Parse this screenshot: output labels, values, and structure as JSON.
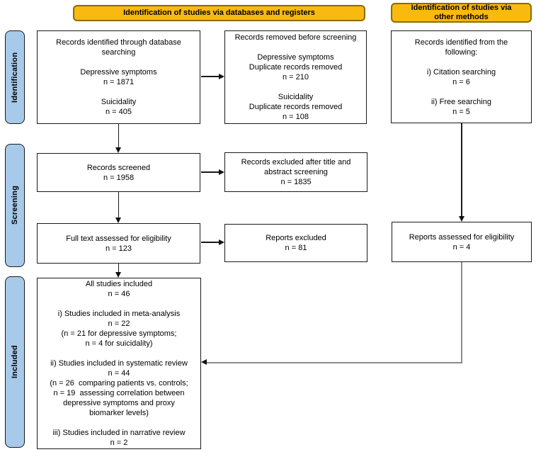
{
  "palette": {
    "banner_fill": "#F9B90E",
    "banner_border": "#8A6D00",
    "stage_fill": "#A7C9EA",
    "box_border": "#1A1A1A",
    "connector_gray": "#8C8C8C"
  },
  "banners": {
    "databases": "Identification of studies via databases and registers",
    "other_methods": "Identification of studies via other methods"
  },
  "stages": {
    "identification": "Identification",
    "screening": "Screening",
    "included": "Included"
  },
  "boxes": {
    "records_identified_db": {
      "lines": [
        "Records identified through database",
        "searching",
        "",
        "Depressive symptoms",
        "n = 1871",
        "",
        "Suicidality",
        "n = 405"
      ]
    },
    "records_removed": {
      "lines": [
        "Records removed before screening",
        "",
        "Depressive symptoms",
        "Duplicate records removed",
        "n = 210",
        "",
        "Suicidality",
        "Duplicate records removed",
        "n = 108"
      ]
    },
    "records_other_methods": {
      "lines": [
        "Records identified from the",
        "following:",
        "",
        "i) Citation searching",
        "n = 6",
        "",
        "ii) Free searching",
        "n = 5"
      ]
    },
    "records_screened": {
      "lines": [
        "Records screened",
        "n = 1958"
      ]
    },
    "records_excluded": {
      "lines": [
        "Records excluded after title and",
        "abstract screening",
        "n = 1835"
      ]
    },
    "full_text_assessed": {
      "lines": [
        "Full text assessed for eligibility",
        "n = 123"
      ]
    },
    "reports_excluded": {
      "lines": [
        "Reports excluded",
        "n = 81"
      ]
    },
    "reports_assessed": {
      "lines": [
        "Reports assessed for eligibility",
        "n = 4"
      ]
    },
    "all_studies_included": {
      "lines": [
        "All studies included",
        "n = 46",
        "",
        "i) Studies included in meta-analysis",
        "n = 22",
        "(n = 21 for depressive symptoms;",
        "n = 4 for suicidality)",
        "",
        "ii) Studies included in systematic review",
        "n = 44",
        "(n = 26  comparing patients vs. controls;",
        "n = 19  assessing correlation between",
        "depressive symptoms and proxy",
        "biomarker levels)",
        "",
        "iii) Studies included in narrative review",
        "n = 2"
      ]
    }
  }
}
